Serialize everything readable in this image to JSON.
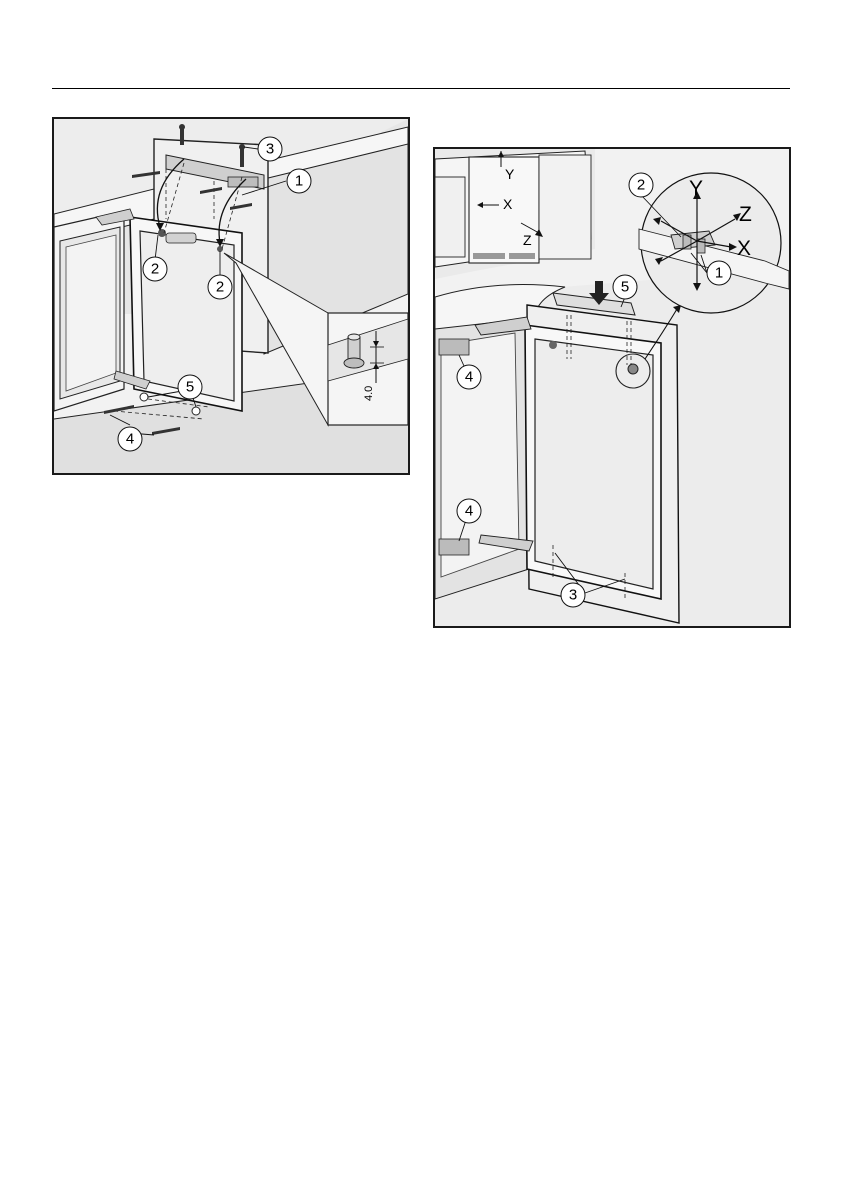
{
  "figure_left": {
    "callouts": [
      "1",
      "2",
      "2",
      "3",
      "4",
      "5"
    ],
    "dimension": "4.0"
  },
  "figure_right": {
    "callouts": [
      "1",
      "2",
      "3",
      "4",
      "4",
      "5"
    ],
    "axes": [
      "Y",
      "Z",
      "X"
    ],
    "small_axes": [
      "Y",
      "X",
      "Z"
    ]
  }
}
